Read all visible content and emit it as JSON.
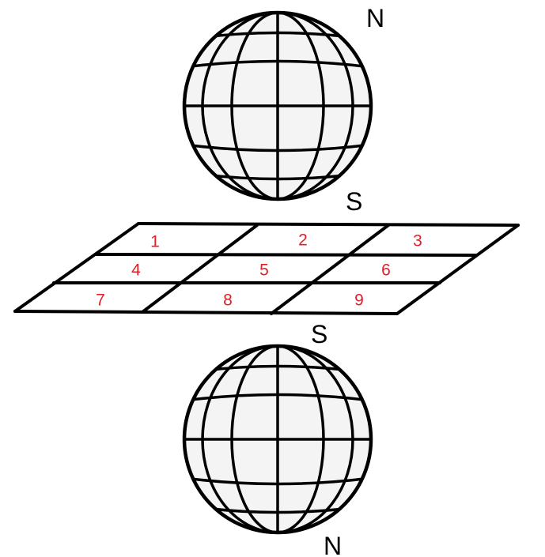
{
  "magnet_top": {
    "pole_top": "N",
    "pole_bottom": "S"
  },
  "magnet_bottom": {
    "pole_top": "S",
    "pole_bottom": "N"
  },
  "grid": {
    "cells": [
      "1",
      "2",
      "3",
      "4",
      "5",
      "6",
      "7",
      "8",
      "9"
    ],
    "label_color": "#e0202a"
  }
}
